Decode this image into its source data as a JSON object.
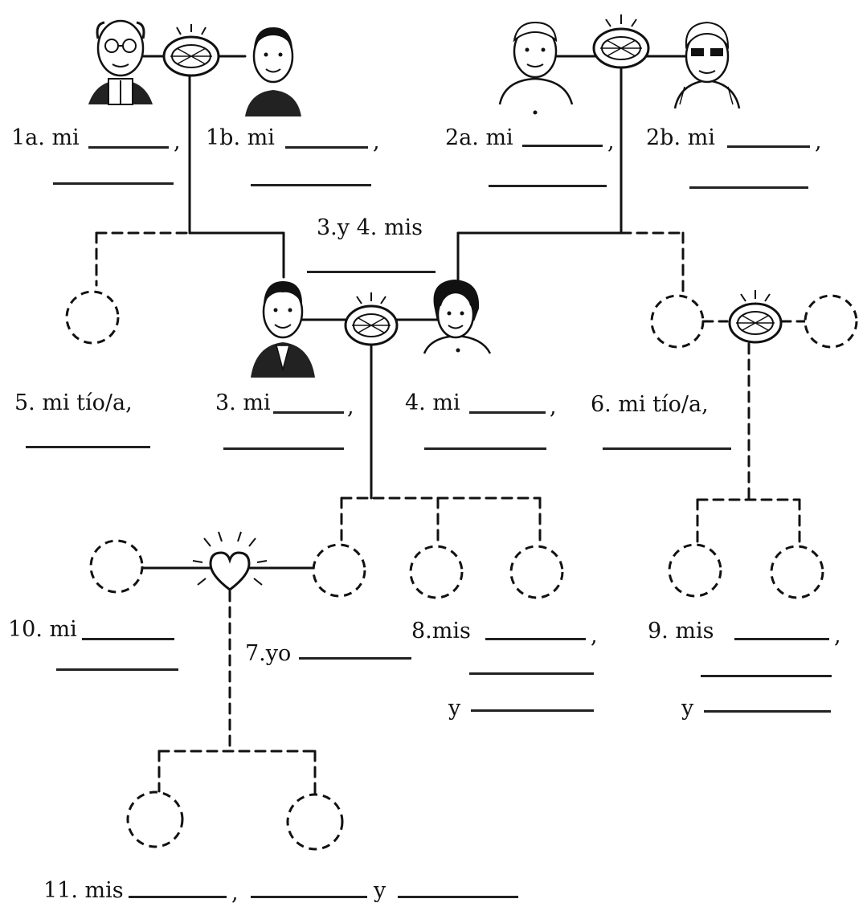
{
  "labels": {
    "l1a": "1a. mi",
    "l1b": "1b. mi",
    "l2a": "2a. mi",
    "l2b": "2b. mi",
    "l34": "3.y 4. mis",
    "l5": "5. mi tío/a,",
    "l3": "3. mi",
    "l4": "4. mi",
    "l6": "6. mi tío/a,",
    "l10": "10. mi",
    "l7": "7.yo",
    "l8": "8.mis",
    "l9": "9. mis",
    "l11": "11. mis",
    "y": "y",
    "comma": ","
  },
  "icons": {
    "grandfather_paternal": "grandfather-glasses-icon",
    "grandmother_paternal": "grandmother-icon",
    "grandfather_maternal": "grandfather-icon",
    "grandmother_maternal": "grandmother-glasses-icon",
    "father": "father-icon",
    "mother": "mother-icon",
    "marriage": "wedding-ring-icon",
    "engagement": "heart-icon"
  }
}
